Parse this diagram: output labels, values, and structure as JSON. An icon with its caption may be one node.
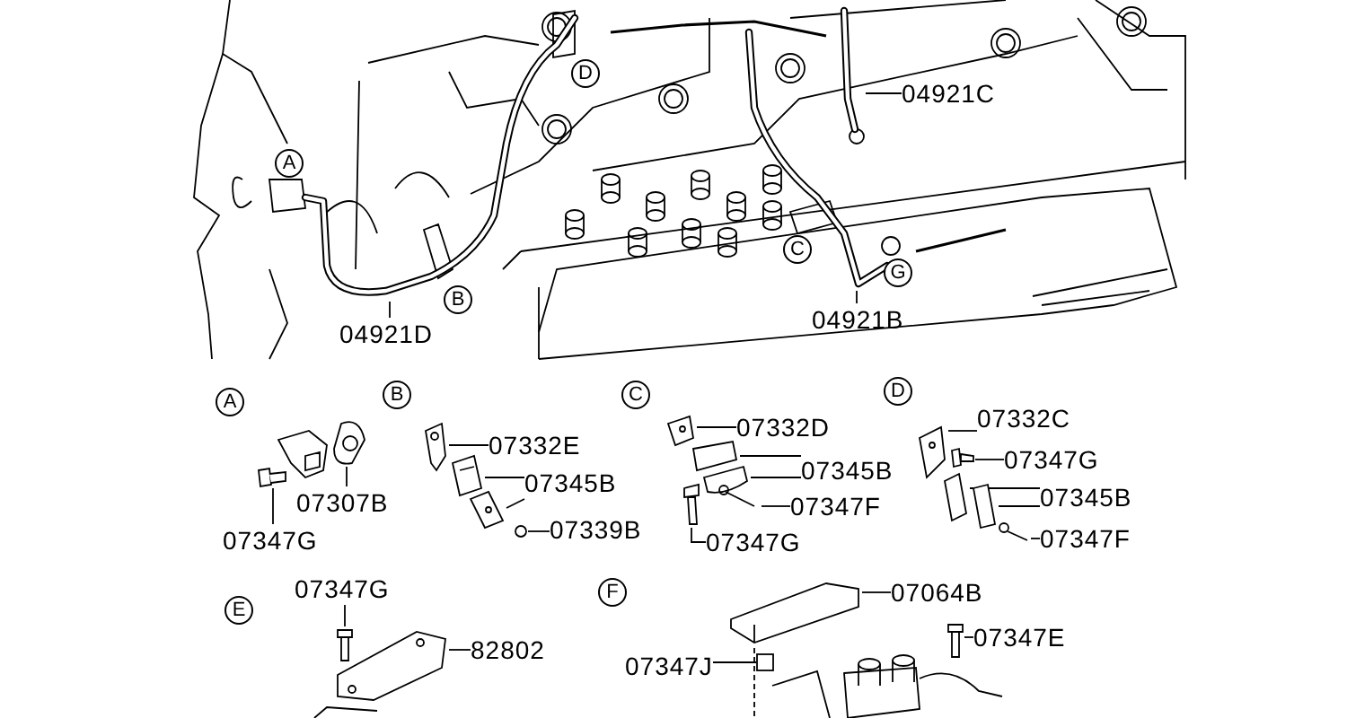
{
  "diagram": {
    "nodes": [
      {
        "text": [
          "04921C"
        ]
      },
      {
        "text": [
          "04921D"
        ]
      },
      {
        "text": [
          "04921B"
        ]
      },
      {
        "text": [
          "07332E"
        ]
      },
      {
        "text": [
          "07345B"
        ]
      },
      {
        "text": [
          "07307B"
        ]
      },
      {
        "text": [
          "07339B"
        ]
      },
      {
        "text": [
          "07347G"
        ]
      },
      {
        "text": [
          "07332D"
        ]
      },
      {
        "text": [
          "07345B"
        ]
      },
      {
        "text": [
          "07347F"
        ]
      },
      {
        "text": [
          "07347G"
        ]
      },
      {
        "text": [
          "07332C"
        ]
      },
      {
        "text": [
          "07347G"
        ]
      },
      {
        "text": [
          "07345B"
        ]
      },
      {
        "text": [
          "07347F"
        ]
      },
      {
        "text": [
          "07347G"
        ]
      },
      {
        "text": [
          "07064B"
        ]
      },
      {
        "text": [
          "82802"
        ]
      },
      {
        "text": [
          "07347E"
        ]
      },
      {
        "text": [
          "07347J"
        ]
      },
      {
        "text": [],
        "shape": "picture"
      },
      {
        "text": [],
        "shape": "picture"
      },
      {
        "text": [],
        "shape": "picture"
      },
      {
        "text": [],
        "shape": "picture"
      },
      {
        "text": [],
        "shape": "picture"
      },
      {
        "text": [],
        "shape": "picture"
      },
      {
        "text": [],
        "shape": "picture"
      },
      {
        "text": [],
        "shape": "picture"
      },
      {
        "text": [],
        "shape": "circle"
      },
      {
        "text": [],
        "shape": "picture"
      },
      {
        "text": [],
        "shape": "picture"
      },
      {
        "text": [],
        "shape": "picture"
      },
      {
        "text": [],
        "shape": "picture"
      },
      {
        "text": [],
        "shape": "picture"
      },
      {
        "text": [],
        "shape": "picture"
      },
      {
        "text": [],
        "shape": "picture"
      },
      {
        "text": [],
        "shape": "picture"
      },
      {
        "text": [],
        "shape": "picture"
      },
      {
        "text": [],
        "shape": "picture"
      },
      {
        "text": [],
        "shape": "picture"
      },
      {
        "text": [],
        "shape": "picture"
      },
      {
        "text": [],
        "shape": "picture"
      },
      {
        "text": [],
        "shape": "picture"
      },
      {
        "text": [],
        "shape": "box"
      }
    ],
    "edges": [
      {
        "from": 0,
        "to": 22,
        "arrow": "none"
      },
      {
        "from": 1,
        "to": 21,
        "arrow": "none"
      },
      {
        "from": 2,
        "to": 23,
        "arrow": "none"
      },
      {
        "from": 3,
        "to": 26,
        "arrow": "none"
      },
      {
        "from": 4,
        "to": 27,
        "arrow": "none"
      },
      {
        "from": 4,
        "to": 28,
        "arrow": "none"
      },
      {
        "from": 5,
        "to": 24,
        "arrow": "none"
      },
      {
        "from": 6,
        "to": 29,
        "arrow": "none"
      },
      {
        "from": 7,
        "to": 25,
        "arrow": "none"
      },
      {
        "from": 8,
        "to": 30,
        "arrow": "none"
      },
      {
        "from": 9,
        "to": 31,
        "arrow": "none"
      },
      {
        "from": 9,
        "to": 32,
        "arrow": "none"
      },
      {
        "from": 10,
        "to": 33,
        "arrow": "none"
      },
      {
        "from": 11,
        "to": 34,
        "arrow": "none"
      },
      {
        "from": 12,
        "to": 35,
        "arrow": "none"
      },
      {
        "from": 13,
        "to": 36,
        "arrow": "none"
      },
      {
        "from": 14,
        "to": 37,
        "arrow": "none"
      },
      {
        "from": 14,
        "to": 38,
        "arrow": "none"
      },
      {
        "from": 15,
        "to": 39,
        "arrow": "none"
      },
      {
        "from": 16,
        "to": 40,
        "arrow": "none"
      },
      {
        "from": 18,
        "to": 41,
        "arrow": "none"
      },
      {
        "from": 17,
        "to": 42,
        "arrow": "none"
      },
      {
        "from": 19,
        "to": 43,
        "arrow": "none"
      },
      {
        "from": 20,
        "to": 44,
        "arrow": "none"
      }
    ],
    "labels": [
      "D",
      "A",
      "B",
      "C",
      "G",
      "A",
      "B",
      "C",
      "D",
      "E",
      "F"
    ]
  }
}
